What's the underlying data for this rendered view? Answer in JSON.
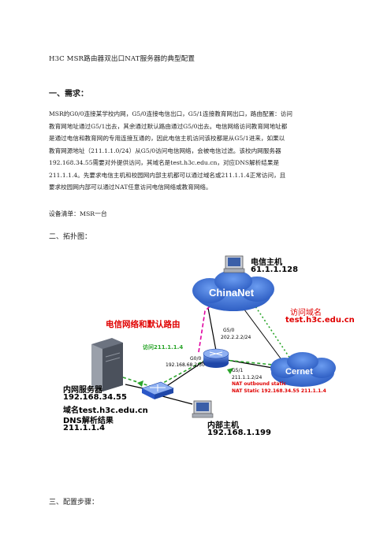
{
  "doc": {
    "title": "H3C MSR路由器双出口NAT服务器的典型配置",
    "section1": "一、需求：",
    "req_lines": [
      "MSR的G0/0连接某学校内网，G5/0连接电信出口，G5/1连接教育网出口，路由配置：访问",
      "教育网地址通过G5/1出去，其余通过默认路由通过G5/0出去。电信网络访问教育网地址都",
      "是通过电信和教育网的专用连接互通的，因此电信主机访问该校都是从G5/1进来，如果以",
      "教育网源地址（211.1.1.0/24）从G5/0访问电信网络，会被电信过滤。该校内网服务器",
      "192.168.34.55需要对外提供访问，其域名是test.h3c.edu.cn，对应DNS解析结果是",
      "211.1.1.4。先要求电信主机和校园网内部主机都可以通过域名或211.1.1.4正常访问，且",
      "要求校园网内部可以通过NAT任意访问电信网络或教育网络。"
    ],
    "equipment": "设备清单：MSR一台",
    "section2": "二、拓扑图：",
    "section3": "三、配置步骤："
  },
  "diagram": {
    "telecom_host": "电信主机",
    "telecom_ip": "61.1.1.128",
    "chinanet": "ChinaNet",
    "cernet": "Cernet",
    "access_domain_label": "访问域名",
    "access_domain": "test.h3c.edu.cn",
    "telecom_route": "电信网络和默认路由",
    "access_ip": "访问211.1.1.4",
    "g50": "G5/0",
    "g50_ip": "202.2.2.2/24",
    "g00": "G0/0",
    "g00_ip": "192.168.68.2/30",
    "msr": "MSR",
    "g51": "G5/1",
    "g51_ip": "211.1.1.2/24",
    "nat_outbound": "NAT outbound static",
    "nat_static": "NAT Static 192.168.34.55 211.1.1.4",
    "server_title": "内网服务器",
    "server_ip": "192.168.34.55",
    "server_domain": "域名test.h3c.edu.cn",
    "dns_label": "DNS解析结果",
    "dns_ip": "211.1.1.4",
    "inner_host": "内部主机",
    "inner_ip": "192.168.1.199"
  },
  "colors": {
    "cloud": "#3a6fd0",
    "red": "#e00000",
    "green": "#2aa52a",
    "router": "#2b57c8"
  }
}
